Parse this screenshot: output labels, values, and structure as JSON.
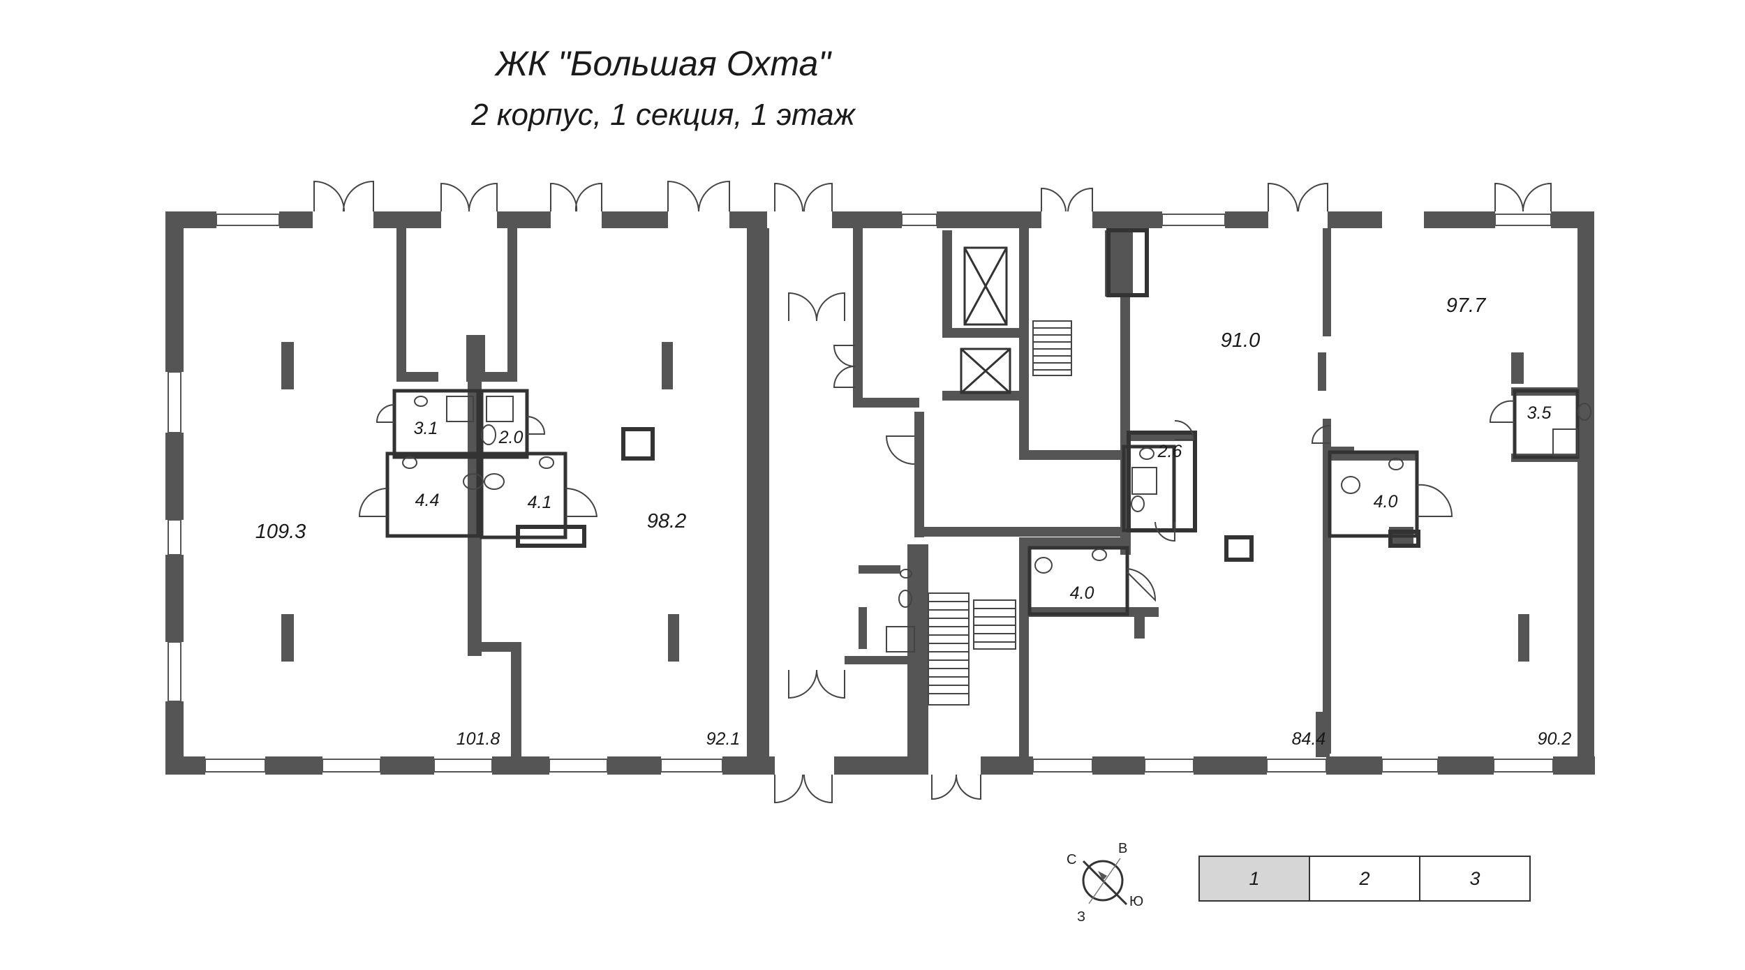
{
  "header": {
    "title": "ЖК \"Большая Охта\"",
    "subtitle": "2 корпус, 1 секция, 1 этаж"
  },
  "rooms": {
    "unit_1_main": "109.3",
    "unit_1_total": "101.8",
    "unit_2_main": "98.2",
    "unit_2_total": "92.1",
    "unit_3_main": "91.0",
    "unit_3_total": "84.4",
    "unit_4_main": "97.7",
    "unit_4_total": "90.2",
    "wc_3_1": "3.1",
    "wc_2_0": "2.0",
    "wc_4_4": "4.4",
    "wc_4_1": "4.1",
    "wc_2_6": "2.6",
    "wc_4_0_center": "4.0",
    "wc_4_0_right": "4.0",
    "wc_3_5": "3.5"
  },
  "compass": {
    "north": "С",
    "east": "В",
    "south": "Ю",
    "west": "З"
  },
  "floor_selector": {
    "floors": [
      "1",
      "2",
      "3"
    ],
    "active": "1"
  },
  "colors": {
    "wall": "#555555",
    "line": "#333333",
    "active_floor": "#d6d6d6"
  }
}
